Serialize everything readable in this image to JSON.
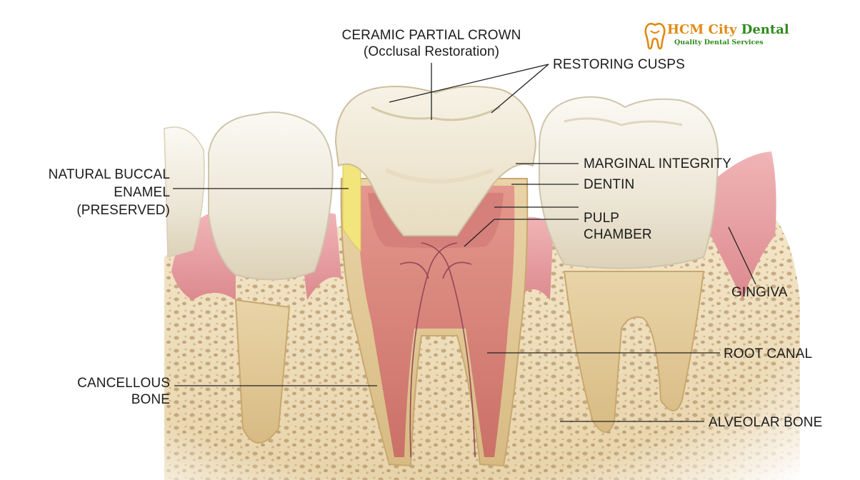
{
  "logo": {
    "name_part1": "HCM City ",
    "name_part2": "Dental",
    "tagline": "Quality Dental Services",
    "primary_color": "#e08a12",
    "secondary_color": "#2e8b1d",
    "icon": "tooth-logo-icon"
  },
  "labels": {
    "ceramic_crown": {
      "line1": "CERAMIC PARTIAL CROWN",
      "line2": "(Occlusal Restoration)"
    },
    "restoring_cusps": "RESTORING CUSPS",
    "marginal_integrity": "MARGINAL INTEGRITY",
    "dentin": "DENTIN",
    "pulp_chamber": {
      "line1": "PULP",
      "line2": "CHAMBER"
    },
    "natural_buccal_enamel": {
      "line1": "NATURAL BUCCAL",
      "line2": "ENAMEL",
      "line3": "(PRESERVED)"
    },
    "gingiva": "GINGIVA",
    "root_canal": "ROOT CANAL",
    "cancellous_bone": {
      "line1": "CANCELLOUS",
      "line2": "BONE"
    },
    "alveolar_bone": "ALVEOLAR BONE"
  },
  "colors": {
    "enamel": "#f3efe4",
    "dentin": "#e6cf9f",
    "pulp": "#d9817a",
    "gingiva": "#eaa0a3",
    "bone": "#efe0c0",
    "bone_pores": "#a9845a",
    "preserved_enamel": "#f2e57c",
    "leader_line": "#222222"
  }
}
